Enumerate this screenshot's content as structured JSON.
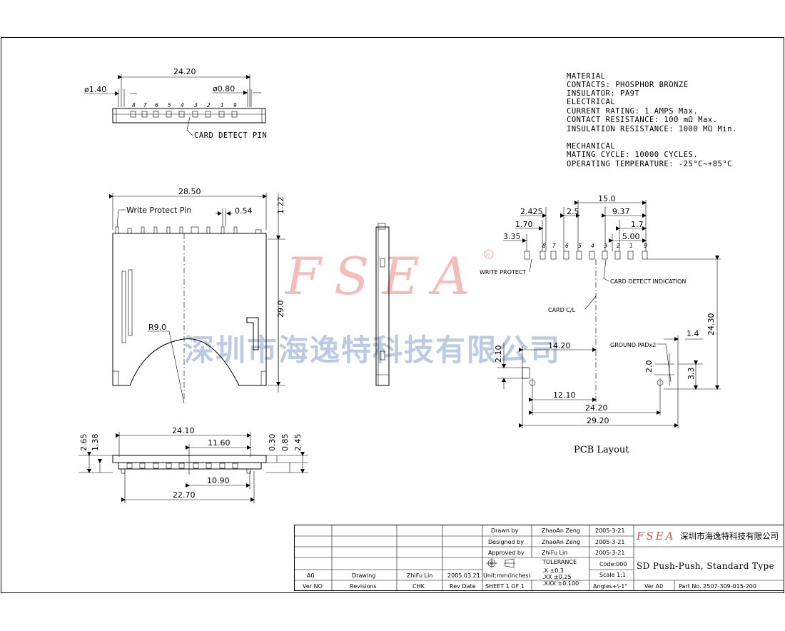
{
  "notes": {
    "lines": [
      "MATERIAL",
      "CONTACTS: PHOSPHOR BRONZE",
      "INSULATOR: PA9T",
      "ELECTRICAL",
      "CURRENT RATING: 1 AMPS Max.",
      "CONTACT RESISTANCE: 100 mΩ Max.",
      "INSULATION RESISTANCE: 1000 MΩ  Min.",
      "",
      "MECHANICAL",
      "MATING CYCLE: 10000 CYCLES.",
      "OPERATING TEMPERATURE: -25°C~+85°C"
    ]
  },
  "watermark": {
    "logo": "FSEA",
    "registered": "®",
    "company_cn": "深圳市海逸特科技有限公司"
  },
  "front_view": {
    "dim_width": "24.20",
    "dim_left_hole": "ø1.40",
    "dim_right_hole": "ø0.80",
    "pins": [
      "8",
      "7",
      "6",
      "5",
      "4",
      "3",
      "2",
      "1",
      "9"
    ],
    "card_detect": "CARD DETECT PIN"
  },
  "top_view": {
    "dim_width": "28.50",
    "write_protect": "Write Protect Pin",
    "dim_054": "0.54",
    "dim_122": "1.22",
    "dim_height": "29.0",
    "radius": "R9.0"
  },
  "bottom_view": {
    "dim_2410": "24.10",
    "dim_1160": "11.60",
    "dim_1090": "10.90",
    "dim_2270": "22.70",
    "dim_265": "2.65",
    "dim_138": "1.38",
    "dim_030": "0.30",
    "dim_085": "0.85",
    "dim_245": "2.45"
  },
  "pcb_layout": {
    "title": "PCB Layout",
    "dim_150": "15.0",
    "dim_2425": "2.425",
    "dim_25": "2.5",
    "dim_937": "9.37",
    "dim_170": "1.70",
    "dim_17": "1.7",
    "dim_335": "3.35",
    "dim_500": "5.00",
    "pins": [
      "8",
      "7",
      "6",
      "5",
      "4",
      "3",
      "2",
      "1",
      "9"
    ],
    "write_protect": "WRITE PROTECT",
    "card_detect": "CARD DETECT INDICATION",
    "card_cl": "CARD C/L",
    "ground_pad": "GROUND PADx2",
    "dim_14": "1.4",
    "dim_2430": "24.30",
    "dim_210": "2.10",
    "dim_1420": "14.20",
    "dim_20": "2.0",
    "dim_33": "3.3",
    "dim_1210": "12.10",
    "dim_2420": "24.20",
    "dim_2920": "29.20"
  },
  "title_block": {
    "drawn_by_label": "Drawn  by",
    "drawn_by": "ZhaoAn Zeng",
    "drawn_date": "2005-3-21",
    "designed_by_label": "Designed by",
    "designed_by": "ZhaoAn Zeng",
    "designed_date": "2005-3-21",
    "approved_by_label": "Approved by",
    "approved_by": "ZhiFu Lin",
    "approved_date": "2005-3-21",
    "tolerance": "TOLERANCE",
    "code": "Code:000",
    "tol_x": ".X      ±0.3",
    "tol_xx": ".XX     ±0.25",
    "tol_xxx": ".XXX   ±0.100",
    "scale": "Scale 1:1",
    "rev_a0": "A0",
    "rev_drawing": "Drawing",
    "rev_chk_name": "ZhiFu Lin",
    "rev_date": "2005.03.21",
    "units": "Unit:mm(inches)",
    "angles": "Angles+\\-1°",
    "hdr_ver": "Ver NO",
    "hdr_revisions": "Revisions",
    "hdr_chk": "CHK",
    "hdr_rev_date": "Rev Date",
    "sheet": "SHEET  1  OF  1",
    "logo": "FSEA",
    "company_cn": "深圳市海逸特科技有限公司",
    "product": "SD Push-Push, Standard Type",
    "ver": "Ver A0",
    "part_no": "Part No. 2507-309-015-200"
  }
}
